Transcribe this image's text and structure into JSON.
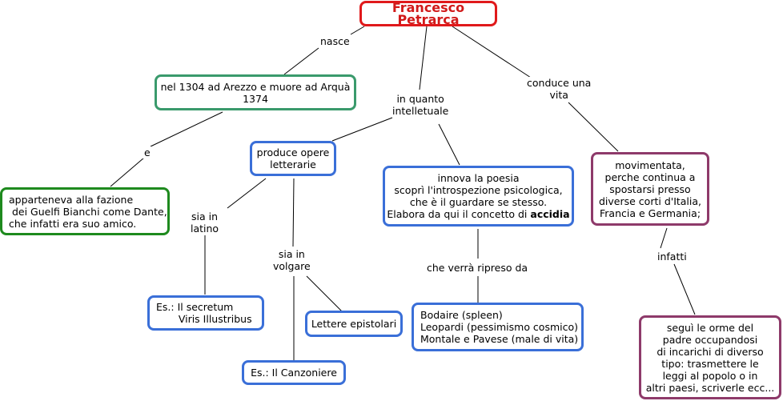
{
  "root": {
    "text": "Francesco Petrarca",
    "border_color": "#e0191b"
  },
  "nodes": {
    "birth": {
      "lines": [
        "nel 1304 ad Arezzo e muore ad Arquà",
        "1374"
      ]
    },
    "guelfi": {
      "lines": [
        "apparteneva alla fazione",
        " dei Guelfi Bianchi come Dante,",
        "che infatti era suo amico."
      ]
    },
    "produce": {
      "lines": [
        "produce opere",
        "letterarie"
      ]
    },
    "innova": {
      "lines": [
        "innova la poesia",
        "scoprì l'introspezione psicologica,",
        "che è il guardare se stesso.",
        "Elabora da qui il concetto di "
      ],
      "bold_word": "accidia"
    },
    "movimentata": {
      "lines": [
        "movimentata,",
        "perche continua a",
        "spostarsi presso",
        "diverse corti d'Italia,",
        "Francia e Germania;"
      ]
    },
    "secretum": {
      "lines": [
        "Es.: Il secretum",
        "       Viris Illustribus"
      ]
    },
    "epistolari": {
      "lines": [
        "Lettere epistolari"
      ]
    },
    "canzoniere": {
      "lines": [
        "Es.: Il Canzoniere"
      ]
    },
    "bodaire": {
      "lines": [
        "Bodaire (spleen)",
        "Leopardi (pessimismo cosmico)",
        "Montale e Pavese (male di vita)"
      ]
    },
    "segui": {
      "lines": [
        "seguì le orme del",
        "padre occupandosi",
        "di incarichi di diverso",
        "tipo: trasmettere le",
        "leggi al popolo o in",
        "altri paesi, scriverle ecc..."
      ]
    }
  },
  "links": {
    "nasce": {
      "lines": [
        "nasce"
      ]
    },
    "e": {
      "lines": [
        "e"
      ]
    },
    "in_quanto": {
      "lines": [
        "in quanto",
        "intelletuale"
      ]
    },
    "conduce": {
      "lines": [
        "conduce una",
        "vita"
      ]
    },
    "latino": {
      "lines": [
        "sia in",
        "latino"
      ]
    },
    "volgare": {
      "lines": [
        "sia in",
        "volgare"
      ]
    },
    "ripreso": {
      "lines": [
        "che verrà ripreso da"
      ]
    },
    "infatti": {
      "lines": [
        "infatti"
      ]
    }
  },
  "colors": {
    "red": "#e0191b",
    "teal": "#3a9a6c",
    "green": "#1e8a1e",
    "blue": "#3a6fd8",
    "purple": "#8e3a6a",
    "line": "#000000"
  }
}
